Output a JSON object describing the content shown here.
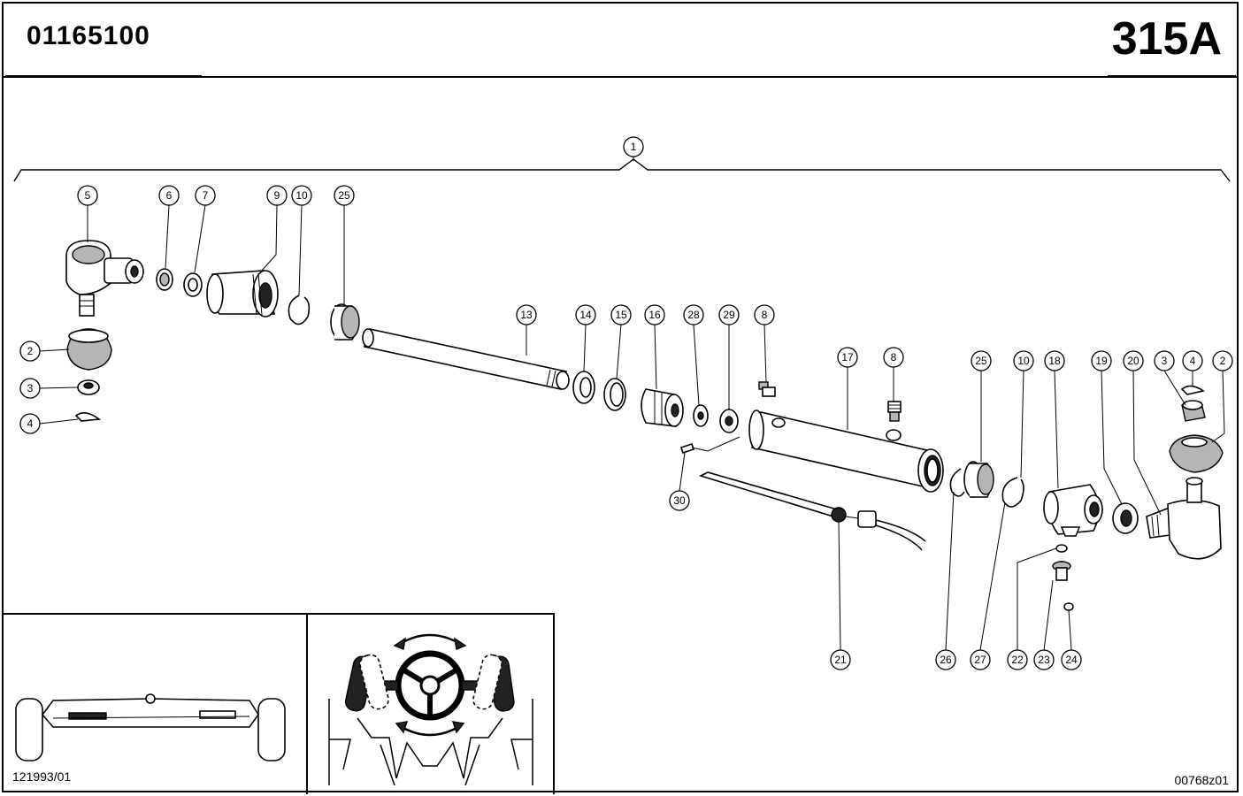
{
  "header": {
    "document_number": "01165100",
    "page_code": "315A"
  },
  "footer": {
    "left_ref": "121993/01",
    "right_ref": "00768z01"
  },
  "callouts": [
    {
      "id": "c1",
      "label": "1"
    },
    {
      "id": "c5",
      "label": "5"
    },
    {
      "id": "c6",
      "label": "6"
    },
    {
      "id": "c7",
      "label": "7"
    },
    {
      "id": "c9",
      "label": "9"
    },
    {
      "id": "c10a",
      "label": "10"
    },
    {
      "id": "c25a",
      "label": "25"
    },
    {
      "id": "c2a",
      "label": "2"
    },
    {
      "id": "c3a",
      "label": "3"
    },
    {
      "id": "c4a",
      "label": "4"
    },
    {
      "id": "c13",
      "label": "13"
    },
    {
      "id": "c14",
      "label": "14"
    },
    {
      "id": "c15",
      "label": "15"
    },
    {
      "id": "c16",
      "label": "16"
    },
    {
      "id": "c28",
      "label": "28"
    },
    {
      "id": "c29",
      "label": "29"
    },
    {
      "id": "c8a",
      "label": "8"
    },
    {
      "id": "c30",
      "label": "30"
    },
    {
      "id": "c17",
      "label": "17"
    },
    {
      "id": "c8b",
      "label": "8"
    },
    {
      "id": "c25b",
      "label": "25"
    },
    {
      "id": "c10b",
      "label": "10"
    },
    {
      "id": "c18",
      "label": "18"
    },
    {
      "id": "c19",
      "label": "19"
    },
    {
      "id": "c20",
      "label": "20"
    },
    {
      "id": "c3b",
      "label": "3"
    },
    {
      "id": "c4b",
      "label": "4"
    },
    {
      "id": "c2b",
      "label": "2"
    },
    {
      "id": "c21",
      "label": "21"
    },
    {
      "id": "c26",
      "label": "26"
    },
    {
      "id": "c27",
      "label": "27"
    },
    {
      "id": "c22",
      "label": "22"
    },
    {
      "id": "c23",
      "label": "23"
    },
    {
      "id": "c24",
      "label": "24"
    }
  ]
}
